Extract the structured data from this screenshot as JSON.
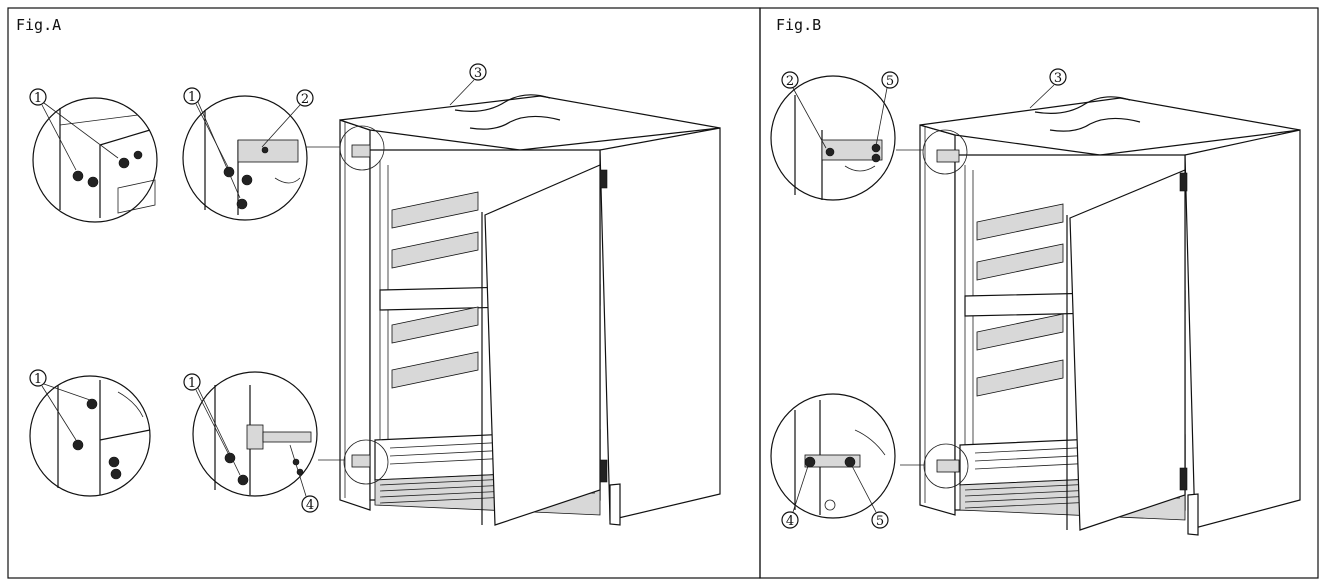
{
  "panels": [
    {
      "id": "A",
      "label": "Fig.A"
    },
    {
      "id": "B",
      "label": "Fig.B"
    }
  ],
  "callouts": {
    "A": {
      "c1_top_left": "1",
      "c1_top_mid": "1",
      "c2_top_mid": "2",
      "c3": "3",
      "c1_bot_left": "1",
      "c1_bot_mid": "1",
      "c4": "4"
    },
    "B": {
      "c2": "2",
      "c5_top": "5",
      "c3": "3",
      "c4": "4",
      "c5_bot": "5"
    }
  }
}
